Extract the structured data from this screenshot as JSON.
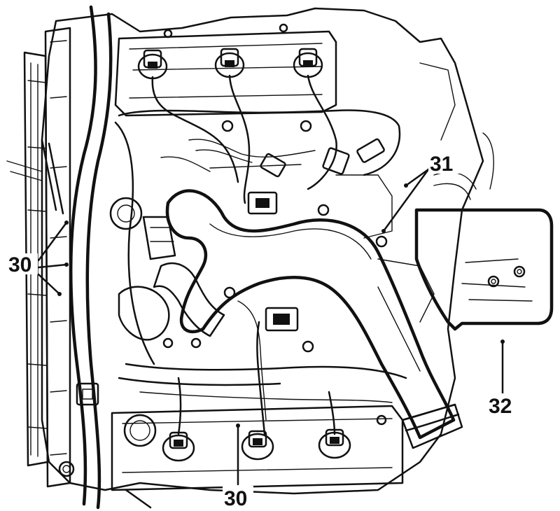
{
  "diagram": {
    "callouts": [
      {
        "id": "left",
        "text": "30"
      },
      {
        "id": "bottom",
        "text": "30"
      },
      {
        "id": "right-upper",
        "text": "31"
      },
      {
        "id": "right-lower",
        "text": "32"
      }
    ]
  },
  "colors": {
    "ink": "#111111",
    "background": "#ffffff",
    "fill": "#ffffff"
  }
}
